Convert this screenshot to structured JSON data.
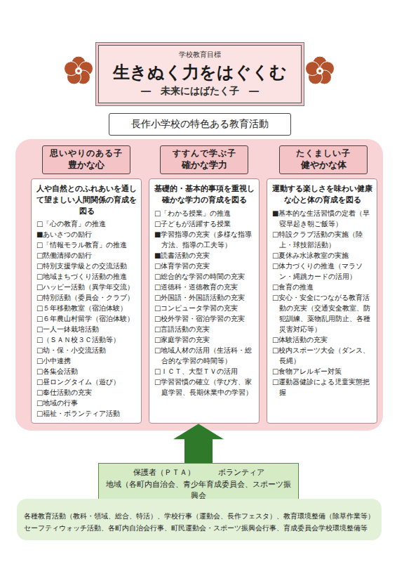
{
  "diagram": {
    "nodes": [
      {
        "text": [
          "学校教育目標",
          "生きぬく力をはぐくむ",
          "―　未来にはばたく子　―"
        ]
      },
      {
        "text": [
          "長作小学校の特色ある教育活動"
        ]
      },
      {
        "text": [
          "思いやりのある子",
          "豊かな心"
        ]
      },
      {
        "text": [
          "人や自然とのふれあいを通して望ましい人間関係の育成を図る",
          "□「心の教育」の推進",
          "■あいさつの励行",
          "□「情報モラル教育」の推進",
          "□黙働清掃の励行",
          "□特別支援学級との交流活動",
          "□地域まちづくり活動の推進",
          "□ハッピー活動（異学年交流）",
          "□特別活動（委員会・クラブ）",
          "□５年移動教室（宿泊体験）",
          "□６年農山村留学（宿泊体験）",
          "□一人一鉢栽培活動",
          "□（ＳＡＮ校３Ｃ活動等）",
          "□幼・保・小交流活動",
          "□小中連携",
          "□各集会活動",
          "□昼ロングタイム（遊び）",
          "□奉仕活動の充実",
          "□地域の行事",
          "□福祉・ボランティア活動"
        ]
      },
      {
        "text": [
          "すすんで学ぶ子",
          "確かな学力"
        ]
      },
      {
        "text": [
          "基礎的・基本的事項を重視し確かな学力の育成を図る",
          "□「わかる授業」の推進",
          "□子どもが活躍する授業",
          "■学習指導の充実（多様な指導方法、指導の工夫等）",
          "■読書活動の充実",
          "□体育学習の充実",
          "□総合的な学習の時間の充実",
          "□道徳科・道徳教育の充実",
          "□外国語・外国語活動の充実",
          "□コンピュータ学習の充実",
          "□校外学習・宿泊学習の充実",
          "□言語活動の充実",
          "□家庭学習の充実",
          "□地域人材の活用（生活科・総合的な学習の時間等）",
          "□ＩＣＴ、大型ＴＶの活用",
          "□学習習慣の確立（学び方、家庭学習、長期休業中の学習）"
        ]
      },
      {
        "text": [
          "たくましい子",
          "健やかな体"
        ]
      },
      {
        "text": [
          "運動する楽しさを味わい健康な心と体の育成を図る",
          "■基本的な生活習慣の定着（早寝早起き朝ご飯等）",
          "□特設クラブ活動の実施（陸上・球技部活動）",
          "□夏休み水泳教室の実施",
          "□体力づくりの推進（マラソン・縄跳カードの活用）",
          "□食育の推進",
          "□安心・安全につながる教育活動の充実（交通安全教室、防犯訓練、薬物乱用防止、各種災害対応等）",
          "□体験活動の充実",
          "□校内スポーツ大会（ダンス、長縄）",
          "□食物アレルギー対策",
          "□運動器健診による児童実態把握"
        ]
      },
      {
        "text": [
          "保護者（ＰＴＡ）　　　ボランティア",
          "地域（各町内自治会、青少年育成委員会、スポーツ振興会"
        ]
      },
      {
        "text": [
          "各種教育活動（教科・領域、総合、特活）、学校行事（運動会、長作フェスタ）、教育環境整備（除草作業等）",
          "セーフティウォッチ活動、各町内自治会行事、町民運動会・スポーツ振興会行事、育成委員会学校環境整備等"
        ]
      }
    ],
    "edges": [
      {
        "from": 8,
        "to": 5,
        "arrow": "to"
      }
    ]
  }
}
